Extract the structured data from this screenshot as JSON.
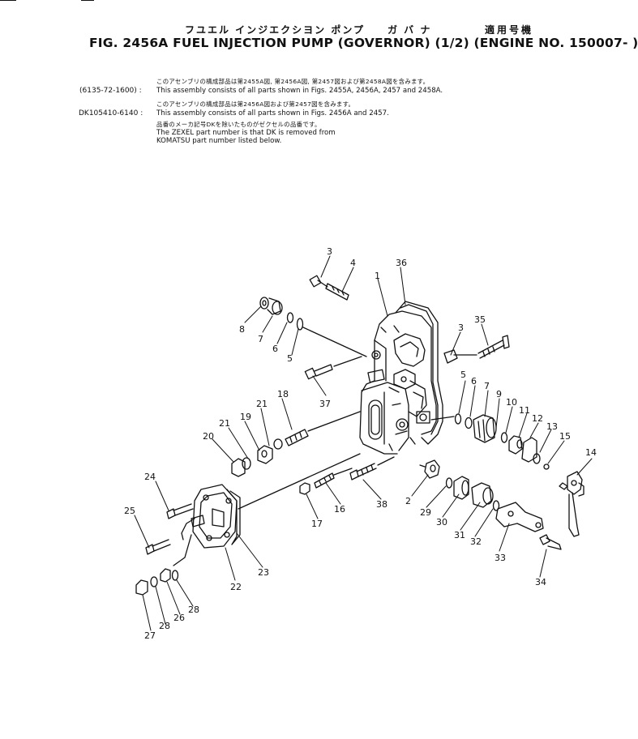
{
  "header": {
    "jp_title": "フユエル インジエクシヨン ポンプ　　ガ バ ナ",
    "jp_title_right": "適用号機",
    "fig_title": "FIG. 2456A   FUEL  INJECTION  PUMP  (GOVERNOR)  (1/2)  (ENGINE  NO. 150007-  )"
  },
  "notes": [
    {
      "code": "",
      "jp": "このアセンブリの構成部品は第2455A図, 第2456A図, 第2457図および第2458A図を含みます。",
      "en": ""
    },
    {
      "code": "(6135-72-1600) :",
      "jp": "",
      "en": "This assembly consists of all parts shown in Figs. 2455A, 2456A, 2457 and 2458A."
    },
    {
      "code": "",
      "jp": "このアセンブリの構成部品は第2456A図および第2457図を含みます。",
      "en": ""
    },
    {
      "code": "DK105410-6140 :",
      "jp": "",
      "en": "This assembly consists of all parts shown in Figs. 2456A and 2457."
    },
    {
      "code": "",
      "jp": "品番のメーカ記号DKを除いたものがゼクセルの品番です。",
      "en": ""
    },
    {
      "code": "",
      "jp": "",
      "en": "The ZEXEL part number is that DK is removed from"
    },
    {
      "code": "",
      "jp": "",
      "en": "KOMATSU part number listed below."
    }
  ],
  "callouts": [
    "1",
    "2",
    "3",
    "3",
    "4",
    "5",
    "5",
    "6",
    "6",
    "7",
    "7",
    "8",
    "9",
    "10",
    "11",
    "12",
    "13",
    "14",
    "15",
    "16",
    "17",
    "18",
    "19",
    "20",
    "21",
    "21",
    "22",
    "23",
    "24",
    "25",
    "26",
    "27",
    "28",
    "28",
    "29",
    "30",
    "31",
    "32",
    "33",
    "34",
    "35",
    "36",
    "37",
    "38"
  ],
  "stroke_color": "#111111"
}
